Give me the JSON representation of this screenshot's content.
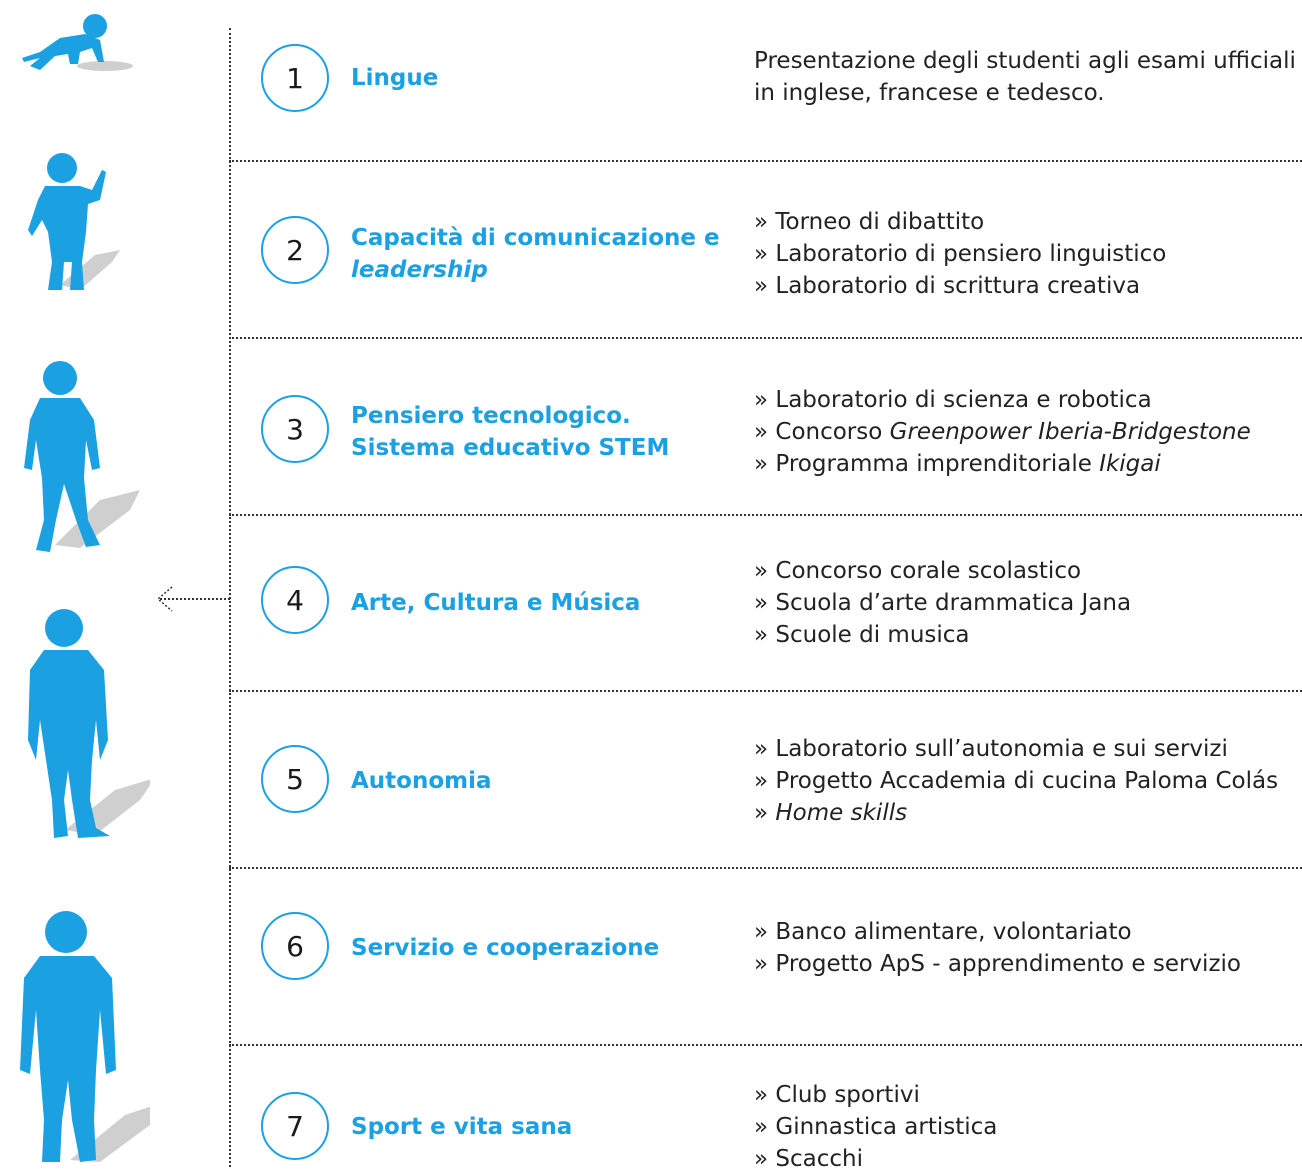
{
  "colors": {
    "accent": "#1ba0e1",
    "text": "#222222",
    "shadow": "#cfcfcf"
  },
  "figures": [
    "baby-figure",
    "toddler-figure",
    "child-figure",
    "preteen-figure",
    "teen-figure",
    "young-adult-figure"
  ],
  "rows": [
    {
      "number": "1",
      "title": [
        "Lingue"
      ],
      "desc": [
        "Presentazione degli studenti agli esami ufficiali in inglese, francese e tedesco."
      ]
    },
    {
      "number": "2",
      "title": [
        "Capacità di comunicazione",
        "e ",
        "leadership"
      ],
      "desc": [
        "» Torneo di dibattito",
        "» Laboratorio di pensiero linguistico",
        "» Laboratorio di scrittura creativa"
      ]
    },
    {
      "number": "3",
      "title": [
        "Pensiero tecnologico.",
        "Sistema educativo STEM"
      ],
      "desc": [
        "» Laboratorio di scienza e robotica",
        "» Concorso ",
        "Greenpower Iberia-Bridgestone",
        "» Programma imprenditoriale ",
        "Ikigai"
      ]
    },
    {
      "number": "4",
      "title": [
        "Arte, Cultura e Música"
      ],
      "desc": [
        "» Concorso corale scolastico",
        "» Scuola d’arte drammatica Jana",
        "» Scuole di musica"
      ]
    },
    {
      "number": "5",
      "title": [
        "Autonomia"
      ],
      "desc": [
        "» Laboratorio sull’autonomia e sui servizi",
        "» Progetto Accademia di cucina Paloma Colás",
        "» ",
        "Home skills"
      ]
    },
    {
      "number": "6",
      "title": [
        "Servizio e cooperazione"
      ],
      "desc": [
        "» Banco alimentare, volontariato",
        "» Progetto ApS - apprendimento e servizio"
      ]
    },
    {
      "number": "7",
      "title": [
        "Sport e vita sana"
      ],
      "desc": [
        "» Club sportivi",
        "» Ginnastica artistica",
        "» Scacchi"
      ]
    }
  ]
}
